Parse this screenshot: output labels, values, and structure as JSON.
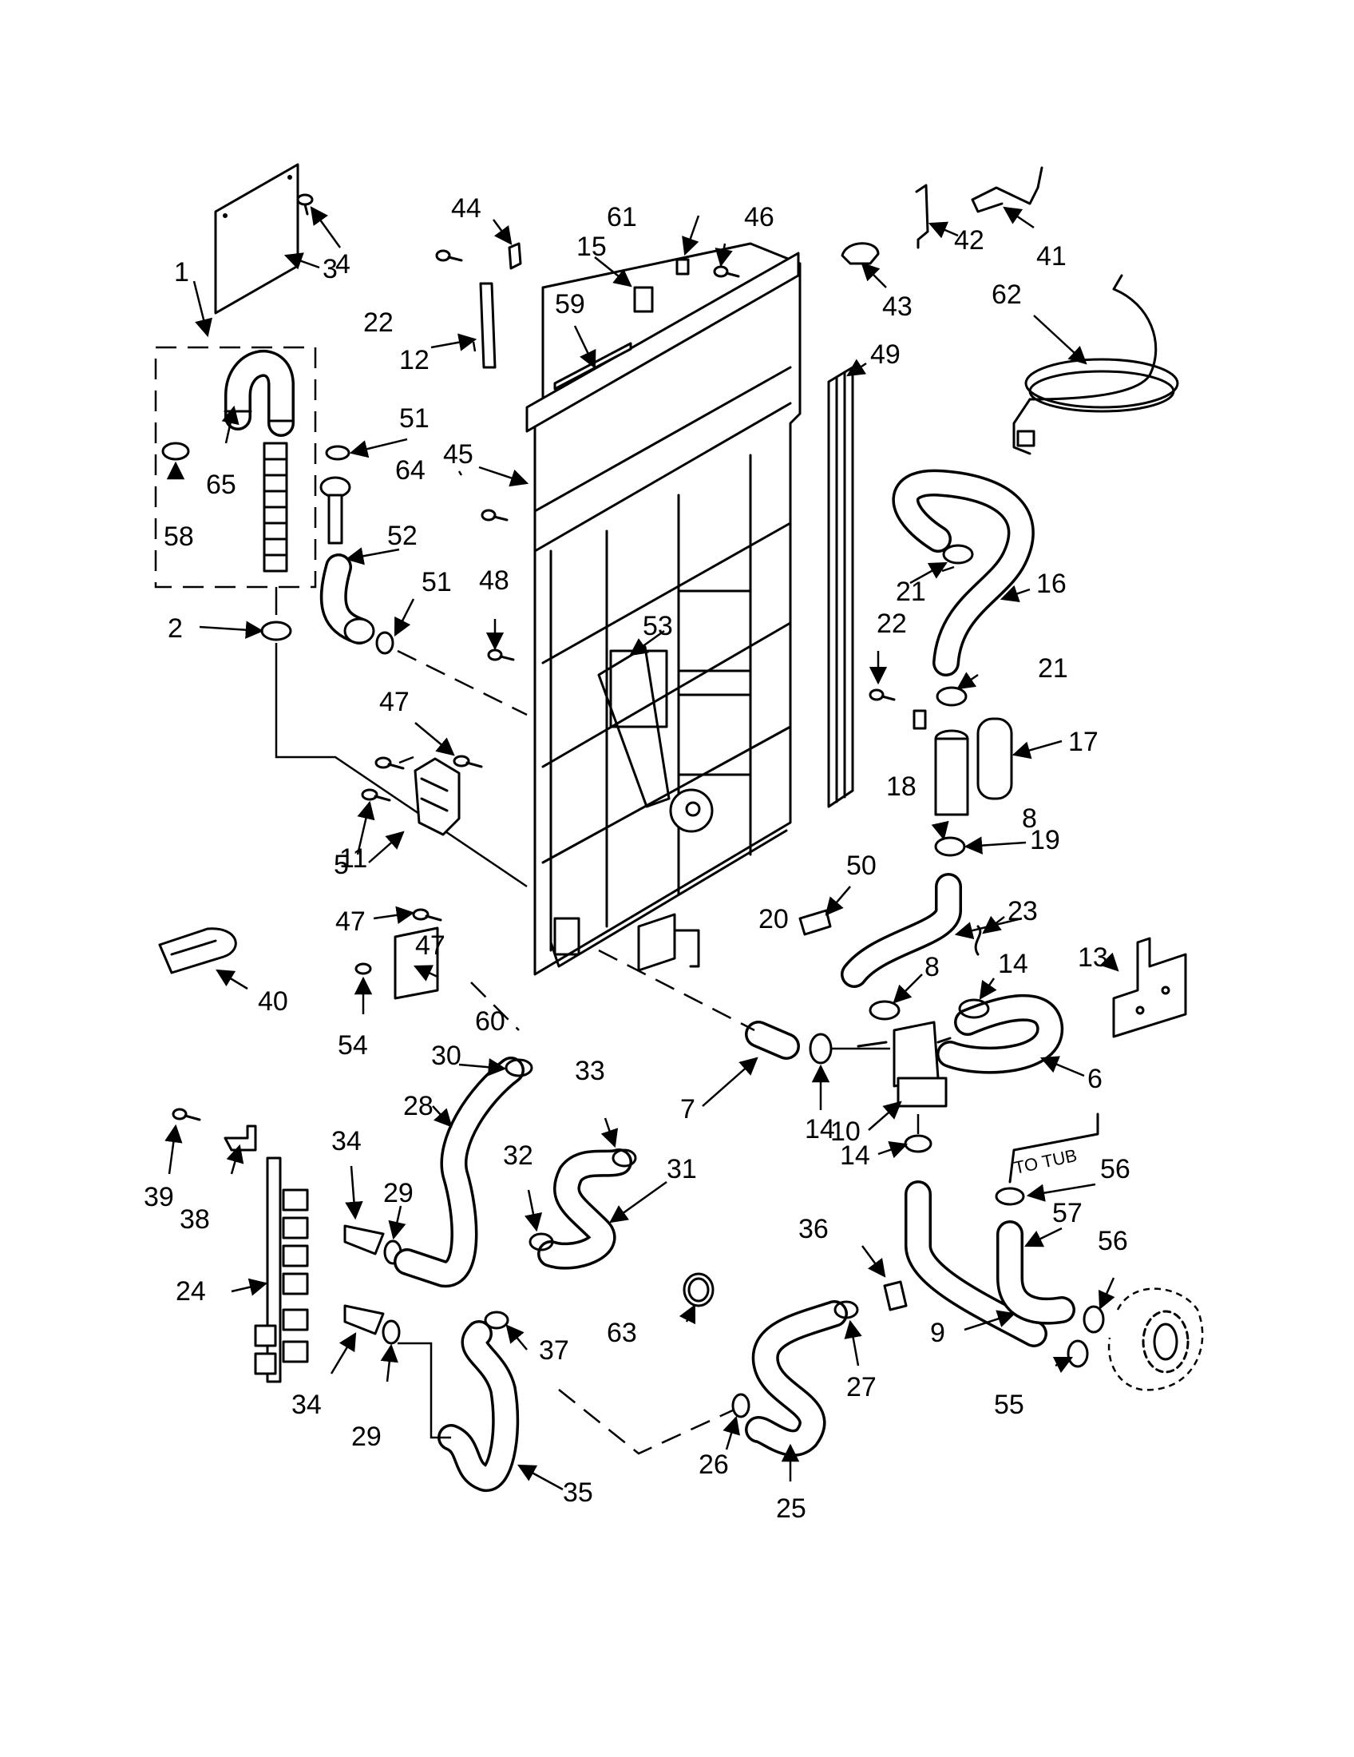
{
  "callouts": {
    "c1": "1",
    "c2": "2",
    "c3": "3",
    "c4": "4",
    "c5": "5",
    "c6": "6",
    "c7": "7",
    "c8a": "8",
    "c8b": "8",
    "c9": "9",
    "c10": "10",
    "c11": "11",
    "c12": "12",
    "c13": "13",
    "c14a": "14",
    "c14b": "14",
    "c14c": "14",
    "c15": "15",
    "c16": "16",
    "c17": "17",
    "c18": "18",
    "c19": "19",
    "c20": "20",
    "c21a": "21",
    "c21b": "21",
    "c22a": "22",
    "c22b": "22",
    "c23": "23",
    "c24": "24",
    "c25": "25",
    "c26": "26",
    "c27": "27",
    "c28": "28",
    "c29a": "29",
    "c29b": "29",
    "c30": "30",
    "c31": "31",
    "c32": "32",
    "c33": "33",
    "c34a": "34",
    "c34b": "34",
    "c35": "35",
    "c36": "36",
    "c37": "37",
    "c38": "38",
    "c39": "39",
    "c40": "40",
    "c41": "41",
    "c42": "42",
    "c43": "43",
    "c44": "44",
    "c45": "45",
    "c46": "46",
    "c47a": "47",
    "c47b": "47",
    "c47c": "47",
    "c48": "48",
    "c49": "49",
    "c50": "50",
    "c51a": "51",
    "c51b": "51",
    "c52": "52",
    "c53": "53",
    "c54": "54",
    "c55": "55",
    "c56a": "56",
    "c56b": "56",
    "c57": "57",
    "c58": "58",
    "c59": "59",
    "c60": "60",
    "c61": "61",
    "c62": "62",
    "c63": "63",
    "c64": "64",
    "c65": "65"
  },
  "annotations": {
    "to_tub": "TO TUB"
  }
}
